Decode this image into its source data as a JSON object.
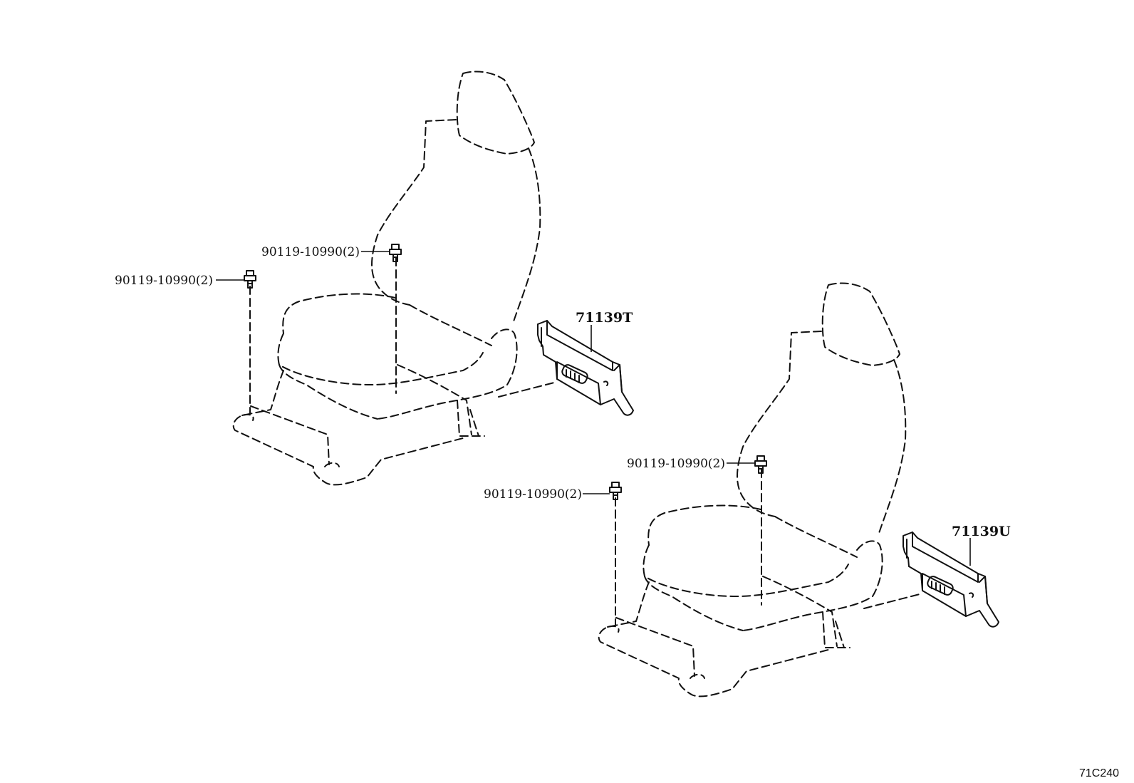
{
  "callouts": {
    "bolt_left_outer": "90119-10990(2)",
    "bolt_left_inner": "90119-10990(2)",
    "bolt_right_inner": "90119-10990(2)",
    "bolt_right_outer": "90119-10990(2)",
    "cover_upper": "71139T",
    "cover_lower": "71139U"
  },
  "figure_code": "71C240",
  "icons": {
    "seat": "seat-outline-icon",
    "bolt": "bolt-icon",
    "cover": "seat-track-cover-icon"
  }
}
